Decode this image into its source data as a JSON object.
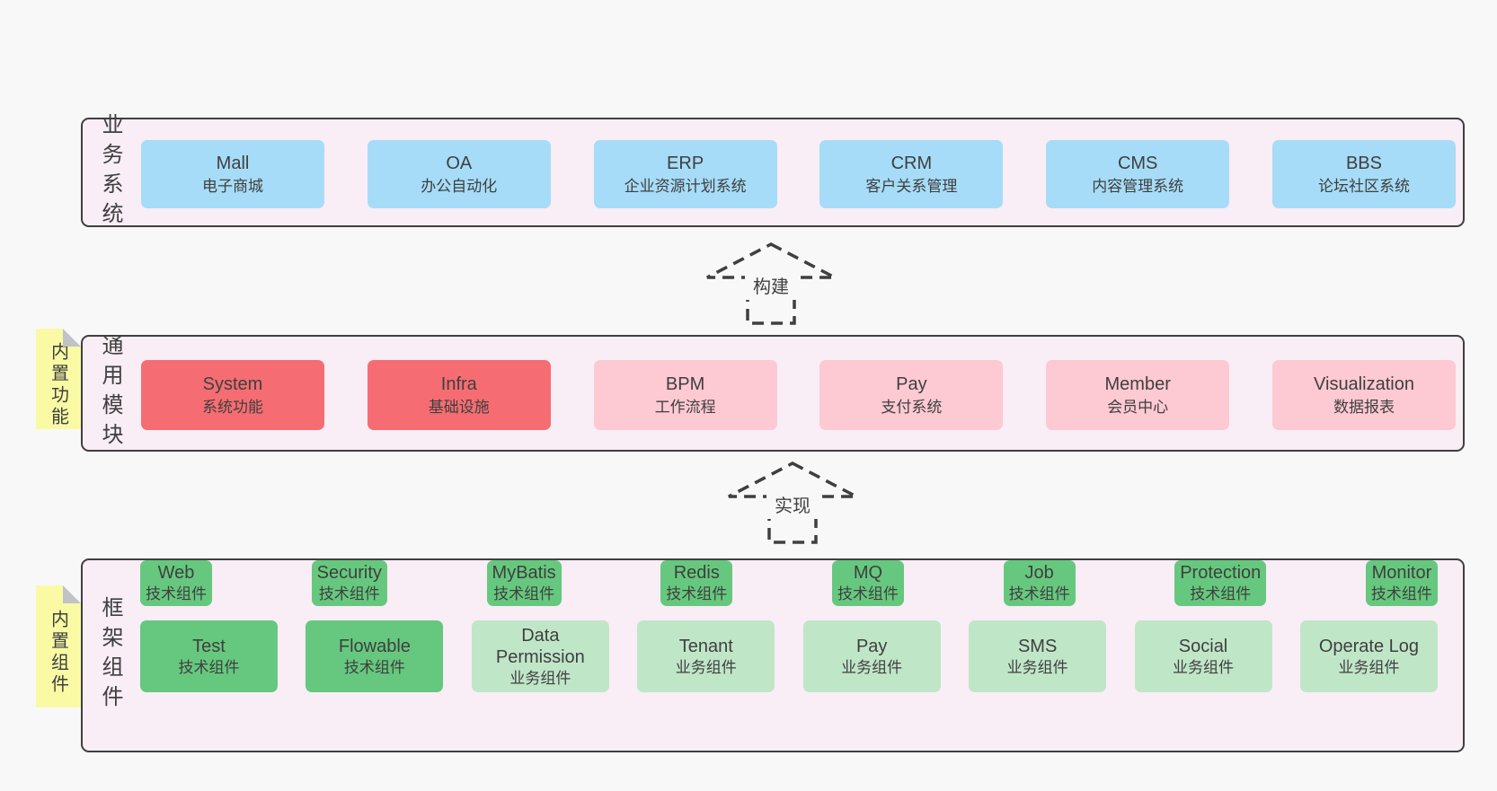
{
  "page": {
    "background": "#f8f8f8"
  },
  "colors": {
    "container_fill": "#f9edf6",
    "container_border": "#3f3f3f",
    "text": "#3f3f3f",
    "blue_box": "#a6dcf7",
    "red_box": "#f56d72",
    "pink_box": "#fdc9d2",
    "green_box": "#66c87e",
    "light_green_box": "#c0e6c8",
    "sticky_fill": "#fafaa4",
    "sticky_fold": "#bfc2c6"
  },
  "arrows": [
    {
      "label": "构建"
    },
    {
      "label": "实现"
    }
  ],
  "stickies": [
    {
      "label": "内置功能"
    },
    {
      "label": "内置组件"
    }
  ],
  "layers": [
    {
      "id": "business",
      "label": "业务系统",
      "rows": [
        [
          {
            "name": "Mall",
            "subtitle": "电子商城",
            "variant": "blue"
          },
          {
            "name": "OA",
            "subtitle": "办公自动化",
            "variant": "blue"
          },
          {
            "name": "ERP",
            "subtitle": "企业资源计划系统",
            "variant": "blue"
          },
          {
            "name": "CRM",
            "subtitle": "客户关系管理",
            "variant": "blue"
          },
          {
            "name": "CMS",
            "subtitle": "内容管理系统",
            "variant": "blue"
          },
          {
            "name": "BBS",
            "subtitle": "论坛社区系统",
            "variant": "blue"
          }
        ]
      ]
    },
    {
      "id": "modules",
      "label": "通用模块",
      "rows": [
        [
          {
            "name": "System",
            "subtitle": "系统功能",
            "variant": "red"
          },
          {
            "name": "Infra",
            "subtitle": "基础设施",
            "variant": "red"
          },
          {
            "name": "BPM",
            "subtitle": "工作流程",
            "variant": "pink"
          },
          {
            "name": "Pay",
            "subtitle": "支付系统",
            "variant": "pink"
          },
          {
            "name": "Member",
            "subtitle": "会员中心",
            "variant": "pink"
          },
          {
            "name": "Visualization",
            "subtitle": "数据报表",
            "variant": "pink"
          }
        ]
      ]
    },
    {
      "id": "components",
      "label": "框架组件",
      "rows": [
        [
          {
            "name": "Web",
            "subtitle": "技术组件",
            "variant": "green"
          },
          {
            "name": "Security",
            "subtitle": "技术组件",
            "variant": "green"
          },
          {
            "name": "MyBatis",
            "subtitle": "技术组件",
            "variant": "green"
          },
          {
            "name": "Redis",
            "subtitle": "技术组件",
            "variant": "green"
          },
          {
            "name": "MQ",
            "subtitle": "技术组件",
            "variant": "green"
          },
          {
            "name": "Job",
            "subtitle": "技术组件",
            "variant": "green"
          },
          {
            "name": "Protection",
            "subtitle": "技术组件",
            "variant": "green"
          },
          {
            "name": "Monitor",
            "subtitle": "技术组件",
            "variant": "green"
          }
        ],
        [
          {
            "name": "Test",
            "subtitle": "技术组件",
            "variant": "green"
          },
          {
            "name": "Flowable",
            "subtitle": "技术组件",
            "variant": "green"
          },
          {
            "name": "Data Permission",
            "subtitle": "业务组件",
            "variant": "green-light"
          },
          {
            "name": "Tenant",
            "subtitle": "业务组件",
            "variant": "green-light"
          },
          {
            "name": "Pay",
            "subtitle": "业务组件",
            "variant": "green-light"
          },
          {
            "name": "SMS",
            "subtitle": "业务组件",
            "variant": "green-light"
          },
          {
            "name": "Social",
            "subtitle": "业务组件",
            "variant": "green-light"
          },
          {
            "name": "Operate Log",
            "subtitle": "业务组件",
            "variant": "green-light"
          }
        ]
      ]
    }
  ]
}
